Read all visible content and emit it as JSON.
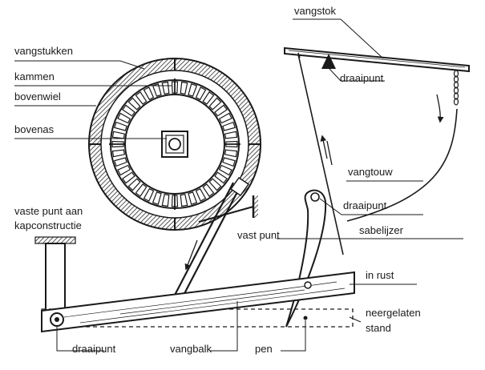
{
  "labels": {
    "vangstok": "vangstok",
    "vangstukken": "vangstukken",
    "kammen": "kammen",
    "bovenwiel": "bovenwiel",
    "bovenas": "bovenas",
    "draaipunt_top": "draaipunt",
    "vangtouw": "vangtouw",
    "draaipunt_mid": "draaipunt",
    "vaste_punt_line1": "vaste punt aan",
    "vaste_punt_line2": "kapconstructie",
    "vast_punt": "vast punt",
    "sabelijzer": "sabelijzer",
    "in_rust": "in rust",
    "neergelaten_line1": "neergelaten",
    "neergelaten_line2": "stand",
    "draaipunt_bottom": "draaipunt",
    "vangbalk": "vangbalk",
    "pen": "pen"
  },
  "colors": {
    "ink": "#1a1a1a",
    "paper": "#ffffff",
    "hatch": "#2b2b2b"
  }
}
